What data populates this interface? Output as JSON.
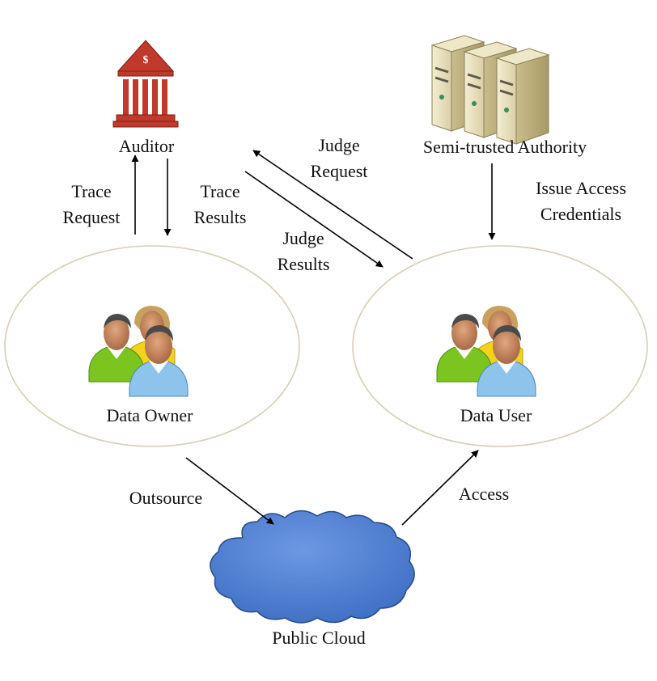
{
  "nodes": {
    "auditor": "Auditor",
    "authority": "Semi-trusted Authority",
    "data_owner": "Data Owner",
    "data_user": "Data User",
    "public_cloud": "Public Cloud"
  },
  "edges": {
    "trace_request": [
      "Trace",
      "Request"
    ],
    "trace_results": [
      "Trace",
      "Results"
    ],
    "judge_request": [
      "Judge",
      "Request"
    ],
    "judge_results": [
      "Judge",
      "Results"
    ],
    "issue_credentials": [
      "Issue Access",
      "Credentials"
    ],
    "outsource": "Outsource",
    "access": "Access"
  },
  "icons": {
    "auditor": "bank-building-icon",
    "authority": "server-stack-icon",
    "users": "user-group-icon",
    "cloud": "cloud-icon",
    "currency_symbol": "$"
  },
  "colors": {
    "ellipse_stroke": "#d8ccb4",
    "bank": "#c0392b",
    "cloud_fill": "#4f7fd0",
    "cloud_stroke": "#27498a",
    "arrow": "#000000"
  }
}
